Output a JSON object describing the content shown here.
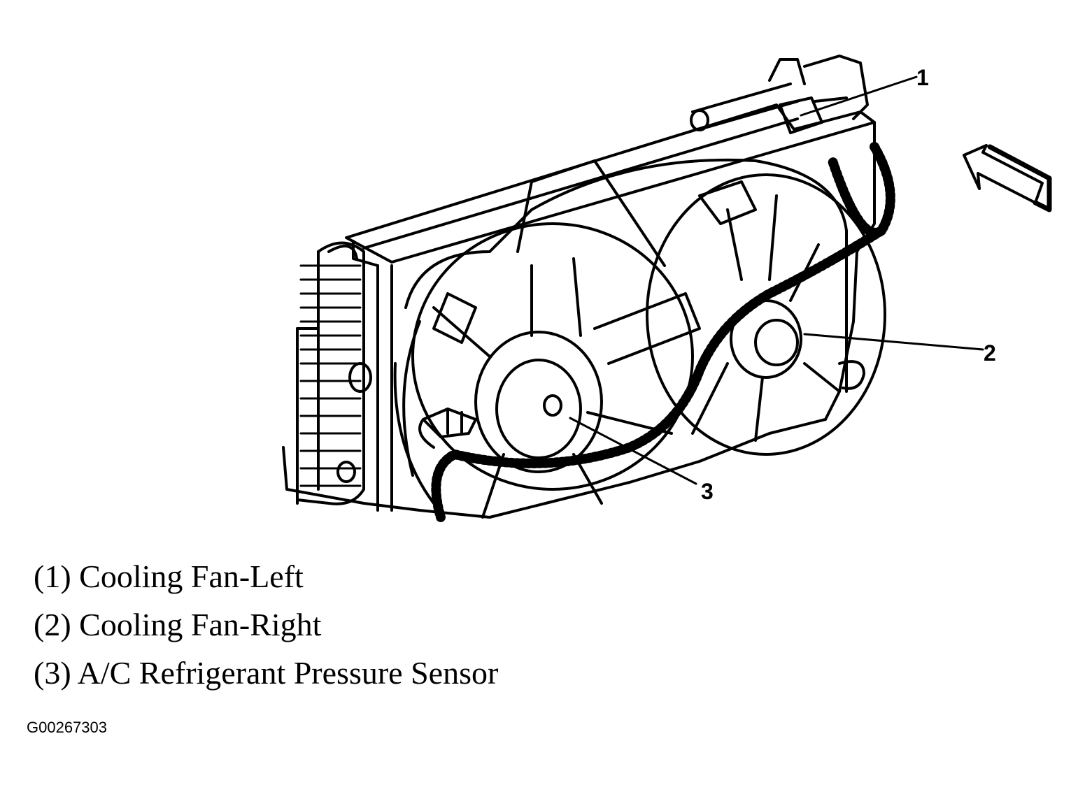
{
  "callouts": [
    "1",
    "2",
    "3"
  ],
  "legend": [
    "(1) Cooling Fan-Left",
    "(2) Cooling Fan-Right",
    "(3) A/C Refrigerant Pressure Sensor"
  ],
  "figure_id": "G00267303",
  "colors": {
    "ink": "#000000",
    "paper": "#ffffff"
  }
}
